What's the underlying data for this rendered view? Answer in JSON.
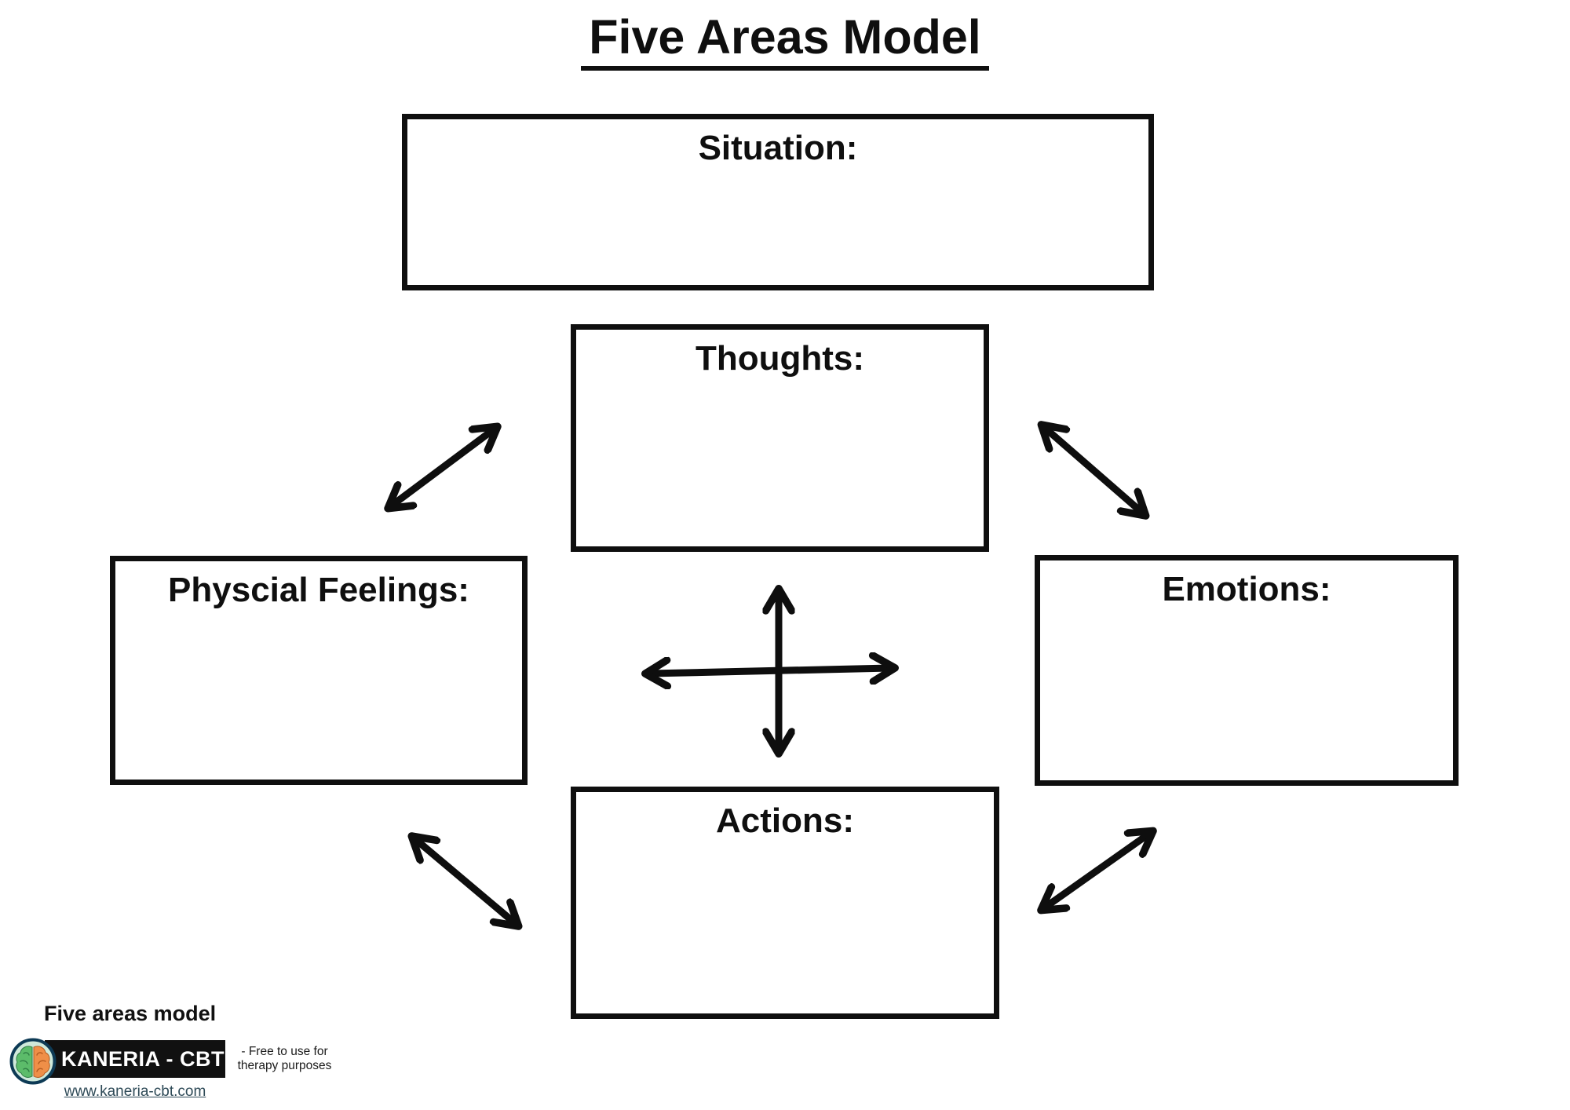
{
  "title": "Five Areas Model",
  "boxes": {
    "situation": {
      "label": "Situation:"
    },
    "thoughts": {
      "label": "Thoughts:"
    },
    "physical_feelings": {
      "label": "Physcial Feelings:"
    },
    "emotions": {
      "label": "Emotions:"
    },
    "actions": {
      "label": "Actions:"
    }
  },
  "footer": {
    "worksheet_name": "Five areas model",
    "brand": "KANERIA - CBT",
    "license_note_line1": "- Free to use for",
    "license_note_line2": "therapy purposes",
    "website": "www.kaneria-cbt.com"
  },
  "colors": {
    "ink": "#0f0f0f",
    "badge_bg": "#111111",
    "badge_text": "#ffffff",
    "link": "#2e4a57",
    "logo_ring": "#0d3a55",
    "logo_bg": "#cfe9da",
    "brain_left": "#5cbc6a",
    "brain_right": "#ef8f48"
  }
}
